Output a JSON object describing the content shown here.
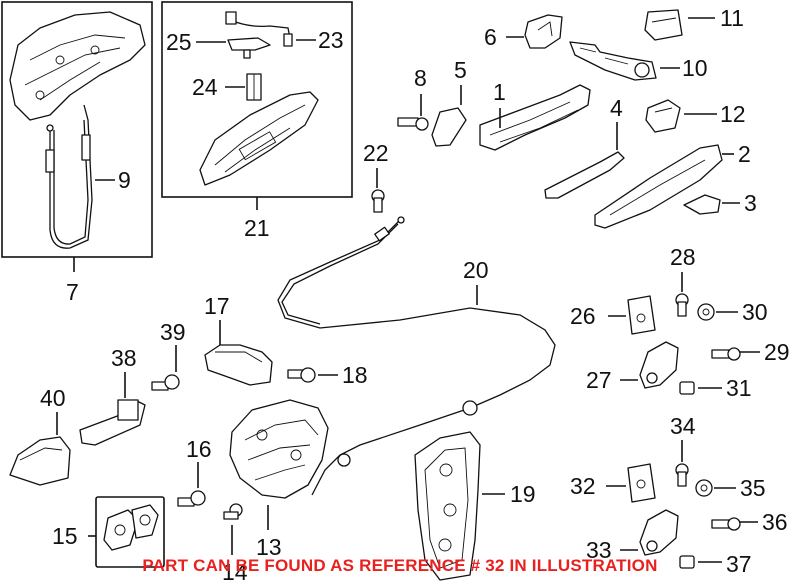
{
  "callouts": {
    "c1": "1",
    "c2": "2",
    "c3": "3",
    "c4": "4",
    "c5": "5",
    "c6": "6",
    "c7": "7",
    "c8": "8",
    "c9": "9",
    "c10": "10",
    "c11": "11",
    "c12": "12",
    "c13": "13",
    "c14": "14",
    "c15": "15",
    "c16": "16",
    "c17": "17",
    "c18": "18",
    "c19": "19",
    "c20": "20",
    "c21": "21",
    "c22": "22",
    "c23": "23",
    "c24": "24",
    "c25": "25",
    "c26": "26",
    "c27": "27",
    "c28": "28",
    "c29": "29",
    "c30": "30",
    "c31": "31",
    "c32": "32",
    "c33": "33",
    "c34": "34",
    "c35": "35",
    "c36": "36",
    "c37": "37",
    "c38": "38",
    "c39": "39",
    "c40": "40"
  },
  "notice": "PART CAN BE FOUND AS REFERENCE # 32 IN ILLUSTRATION",
  "colors": {
    "line": "#111111",
    "notice": "#e8211f",
    "background": "#ffffff"
  }
}
